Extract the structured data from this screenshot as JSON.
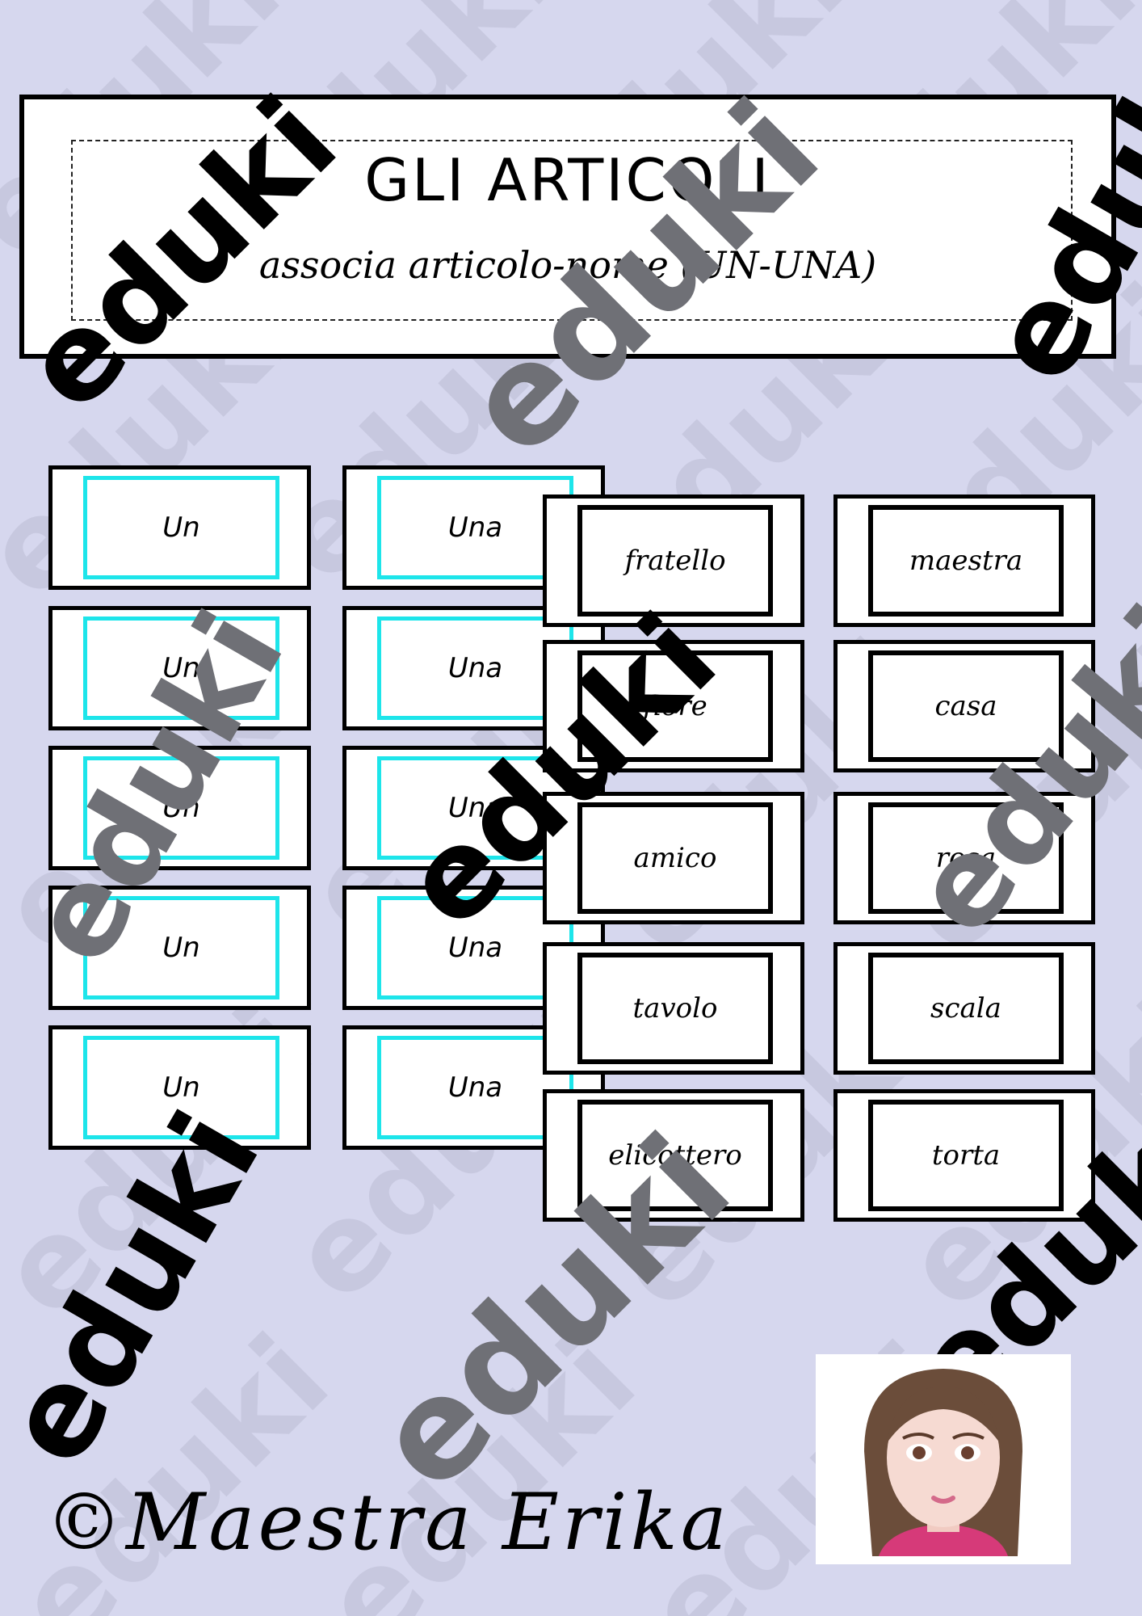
{
  "header": {
    "title": "GLI ARTICOLI",
    "subtitle": "associa articolo-nome (UN-UNA)"
  },
  "articles": {
    "left": [
      "Un",
      "Un",
      "Un",
      "Un",
      "Un"
    ],
    "right": [
      "Una",
      "Una",
      "Una",
      "Una",
      "Una"
    ]
  },
  "nouns": {
    "left": [
      "fratello",
      "fiore",
      "amico",
      "tavolo",
      "elicottero"
    ],
    "right": [
      "maestra",
      "casa",
      "rosa",
      "scala",
      "torta"
    ]
  },
  "watermark": "eduki",
  "footer": {
    "signature": "©Maestra Erika"
  },
  "colors": {
    "background": "#d6d7ee",
    "article_border": "#1de5ea",
    "card_border": "#000000"
  }
}
